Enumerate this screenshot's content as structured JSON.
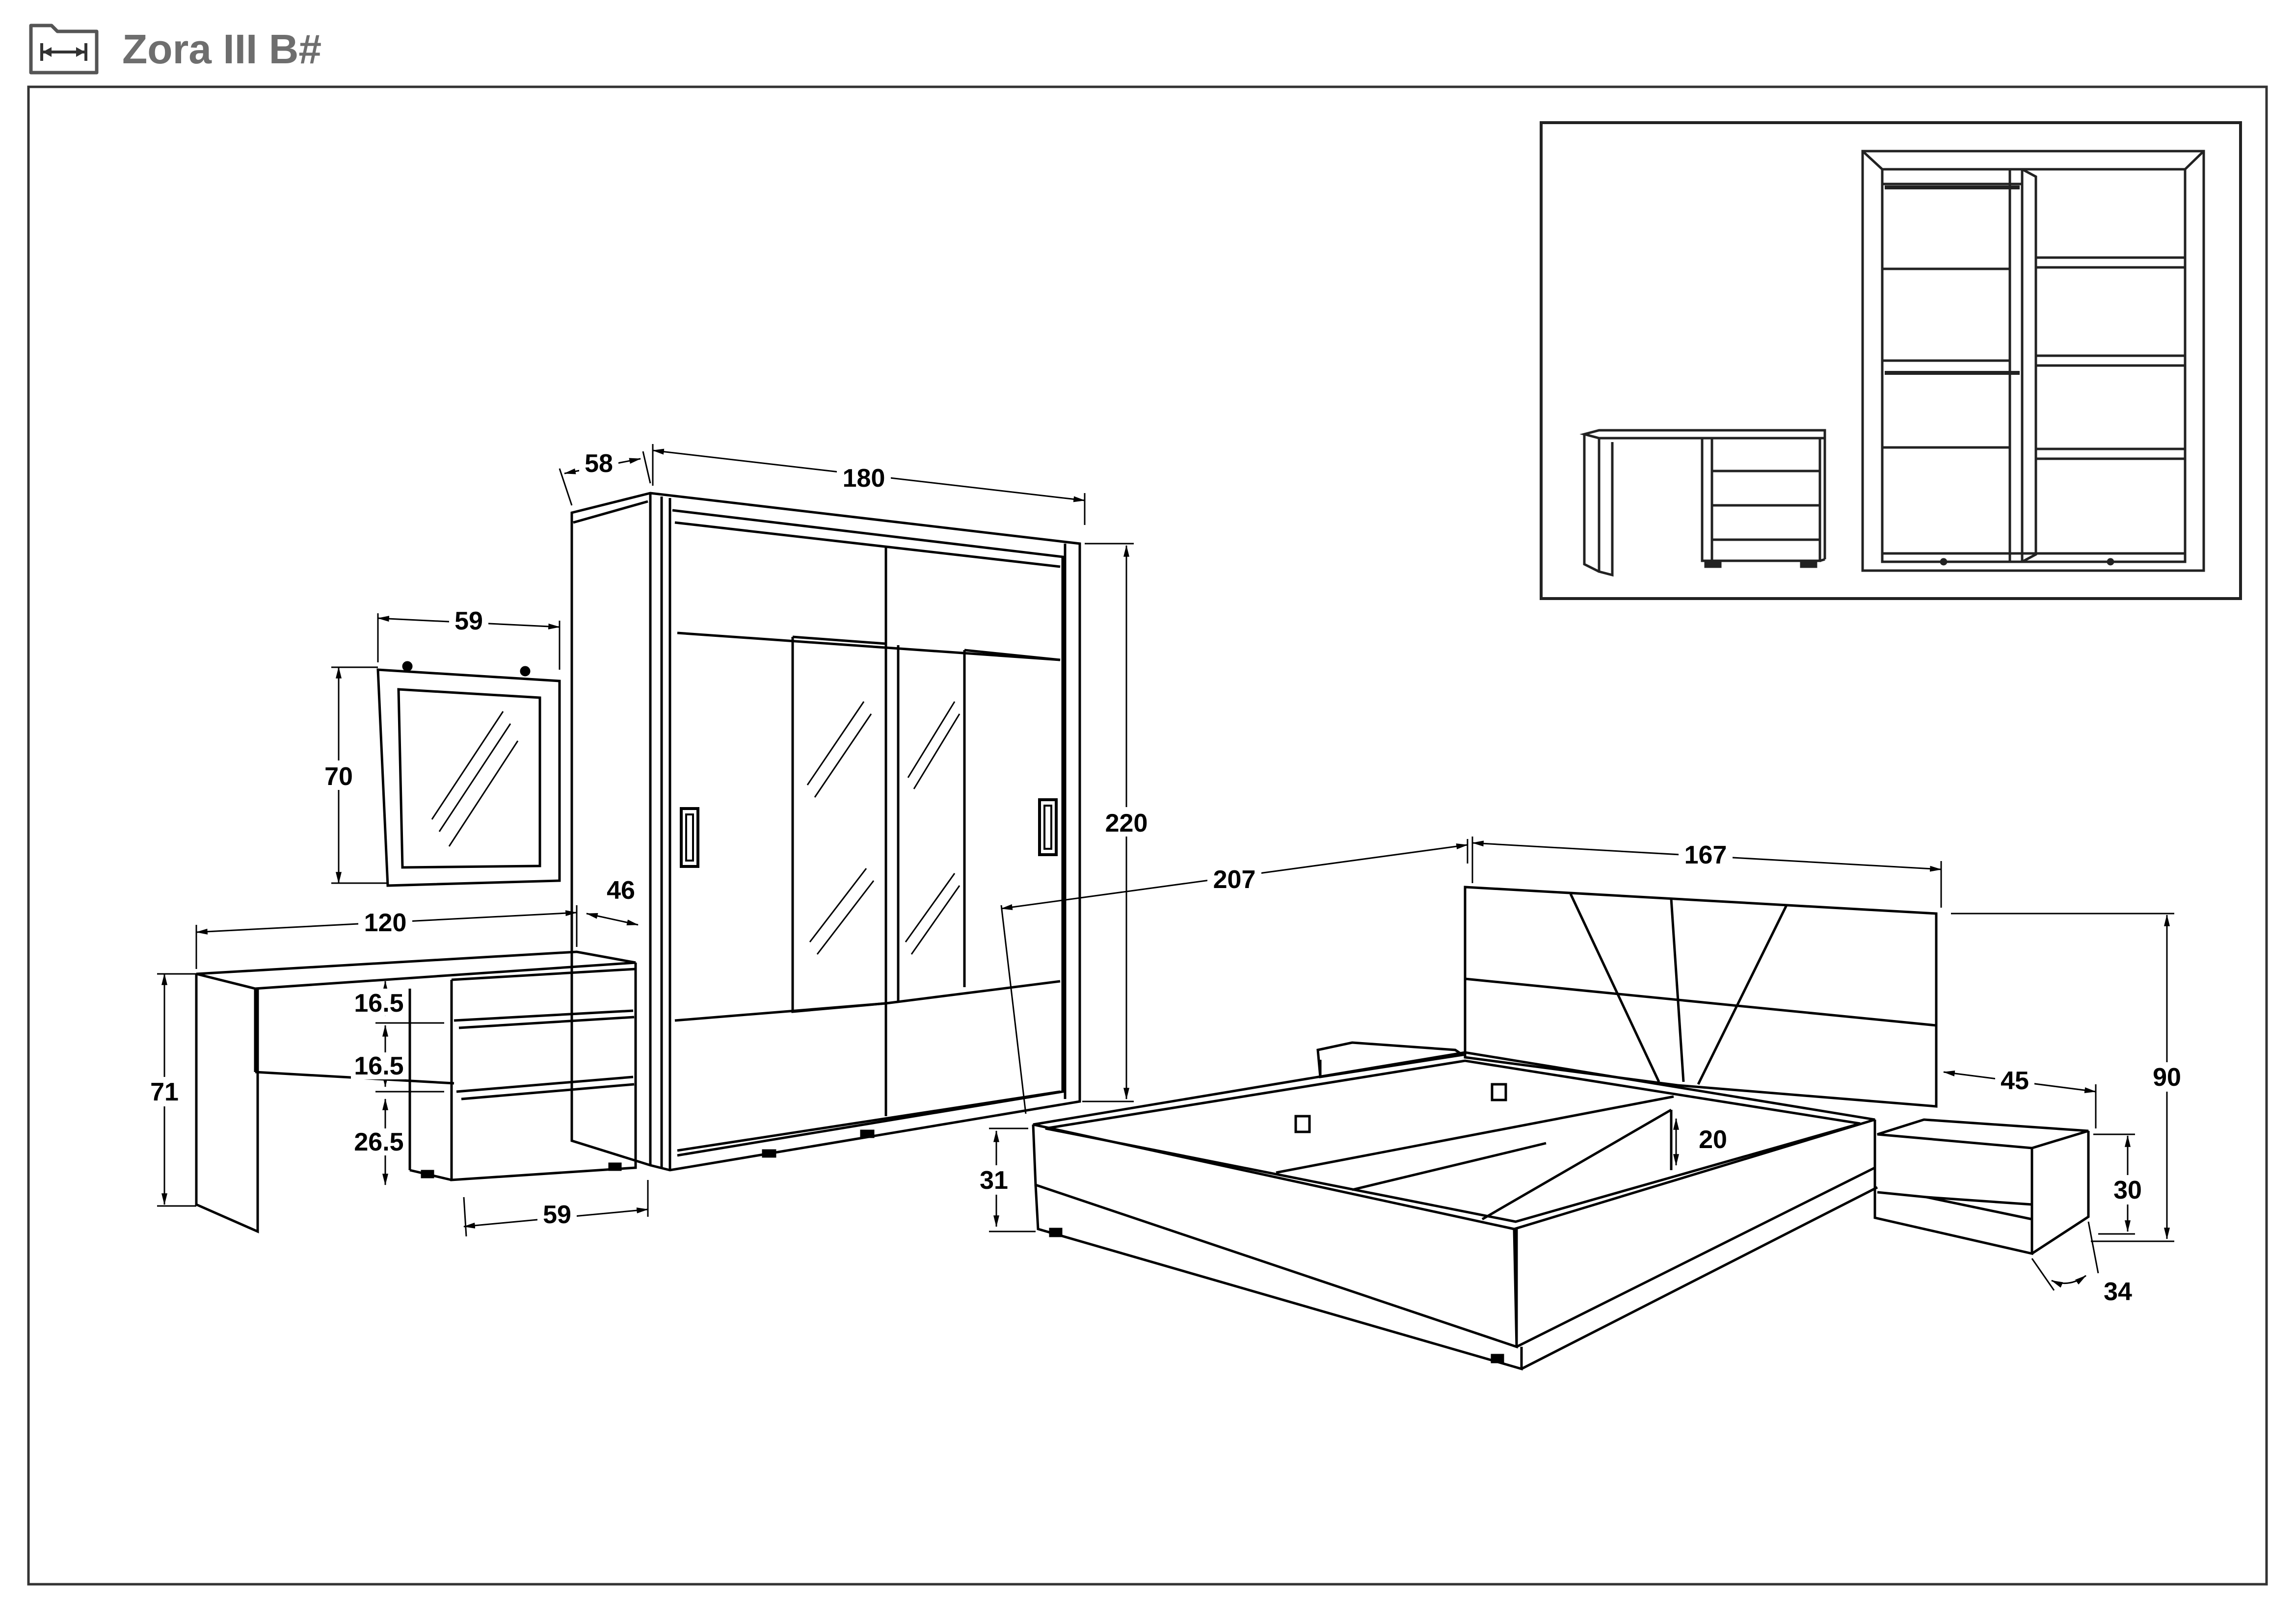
{
  "title": "Zora III B#",
  "header_icon": "width-dimension-icon",
  "dimensions": {
    "wardrobe": {
      "depth": "58",
      "width": "180",
      "height": "220"
    },
    "mirror": {
      "width": "59",
      "height": "70"
    },
    "desk": {
      "width": "120",
      "depth": "46",
      "height": "71",
      "drawer_1": "16.5",
      "drawer_2": "16.5",
      "drawer_3": "26.5",
      "cabinet_width": "59"
    },
    "bed": {
      "length": "207",
      "width": "167",
      "base_height": "31",
      "frame_height": "20",
      "headboard_height": "90"
    },
    "nightstand": {
      "width": "45",
      "depth": "34",
      "height": "30"
    }
  }
}
